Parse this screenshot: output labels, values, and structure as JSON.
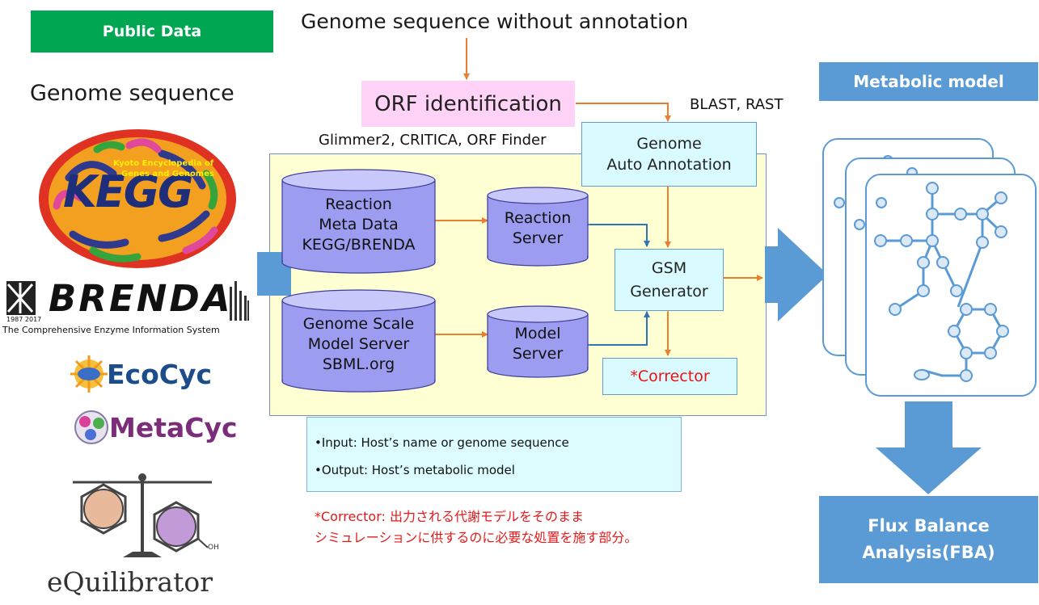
{
  "badges": {
    "public_data": "Public Data",
    "metabolic_model": "Metabolic model",
    "flux_line1": "Flux Balance",
    "flux_line2": "Analysis(FBA)"
  },
  "labels": {
    "genome_without_annotation": "Genome sequence without annotation",
    "genome_sequence": "Genome sequence",
    "orf_identification": "ORF identification",
    "blast_rast": "BLAST, RAST",
    "orf_tools": "Glimmer2, CRITICA, ORF Finder"
  },
  "boxes": {
    "annotation_line1": "Genome",
    "annotation_line2": "Auto Annotation",
    "gsm_line1": "GSM",
    "gsm_line2": "Generator",
    "corrector": "*Corrector"
  },
  "databases": {
    "reaction_meta": [
      "Reaction",
      "Meta Data",
      "KEGG/BRENDA"
    ],
    "reaction_server": [
      "Reaction",
      "Server"
    ],
    "genome_scale": [
      "Genome Scale",
      "Model Server",
      "SBML.org"
    ],
    "model_server": [
      "Model",
      "Server"
    ]
  },
  "io": {
    "input": "•Input:  Host’s name or genome sequence",
    "output": "•Output: Host’s metabolic model"
  },
  "note": {
    "line1": "*Corrector: 出力される代謝モデルをそのまま",
    "line2": "シミュレーションに供するのに必要な処置を施す部分。"
  },
  "logos": {
    "kegg_main": "KEGG",
    "kegg_sub1": "Kyoto Encyclopedia of",
    "kegg_sub2": "Genes and Genomes",
    "brenda": "BRENDA",
    "brenda_years": "1987 2017",
    "brenda_sub": "The Comprehensive Enzyme Information System",
    "ecocyc": "EcoCyc",
    "metacyc": "MetaCyc",
    "equilibrator": "eQuilibrator",
    "equil_oh": "OH"
  },
  "colors": {
    "green_badge": "#00a651",
    "blue_badge": "#5b9bd5",
    "orange_arrow": "#ed7d31",
    "blue_arrow": "#2e75b6",
    "cylinder": "#9c9cf0",
    "panel_bg": "#ffffd4",
    "note_red": "#e21a1a"
  }
}
